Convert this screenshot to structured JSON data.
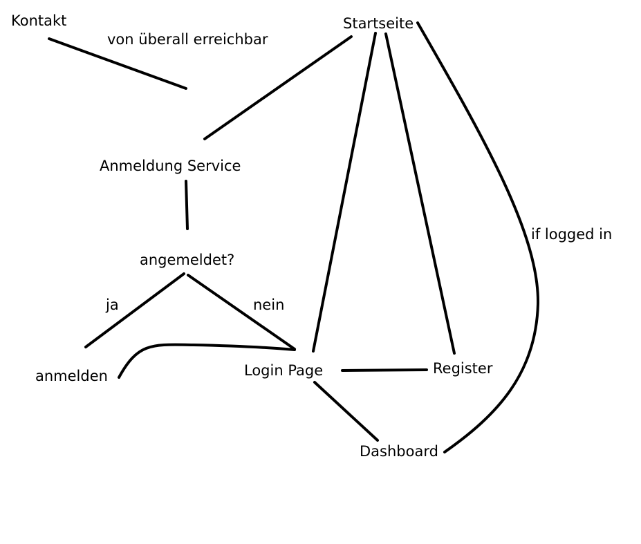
{
  "diagram": {
    "nodes": {
      "kontakt": "Kontakt",
      "startseite": "Startseite",
      "anmeldung_service": "Anmeldung Service",
      "angemeldet": "angemeldet?",
      "anmelden": "anmelden",
      "login_page": "Login Page",
      "register": "Register",
      "dashboard": "Dashboard"
    },
    "annotations": {
      "ueberall": "von überall erreichbar",
      "if_logged_in": "if logged in",
      "ja": "ja",
      "nein": "nein"
    },
    "edges": [
      {
        "from": "kontakt",
        "to": "",
        "label": "von überall erreichbar"
      },
      {
        "from": "startseite",
        "to": "anmeldung_service"
      },
      {
        "from": "anmeldung_service",
        "to": "angemeldet"
      },
      {
        "from": "angemeldet",
        "to": "anmelden",
        "label": "ja"
      },
      {
        "from": "angemeldet",
        "to": "login_page",
        "label": "nein"
      },
      {
        "from": "anmelden",
        "to": "login_page"
      },
      {
        "from": "startseite",
        "to": "login_page"
      },
      {
        "from": "startseite",
        "to": "register"
      },
      {
        "from": "startseite",
        "to": "dashboard",
        "label": "if logged in"
      },
      {
        "from": "login_page",
        "to": "register"
      },
      {
        "from": "login_page",
        "to": "dashboard"
      }
    ],
    "stroke_color": "#000000",
    "background_color": "#ffffff"
  }
}
